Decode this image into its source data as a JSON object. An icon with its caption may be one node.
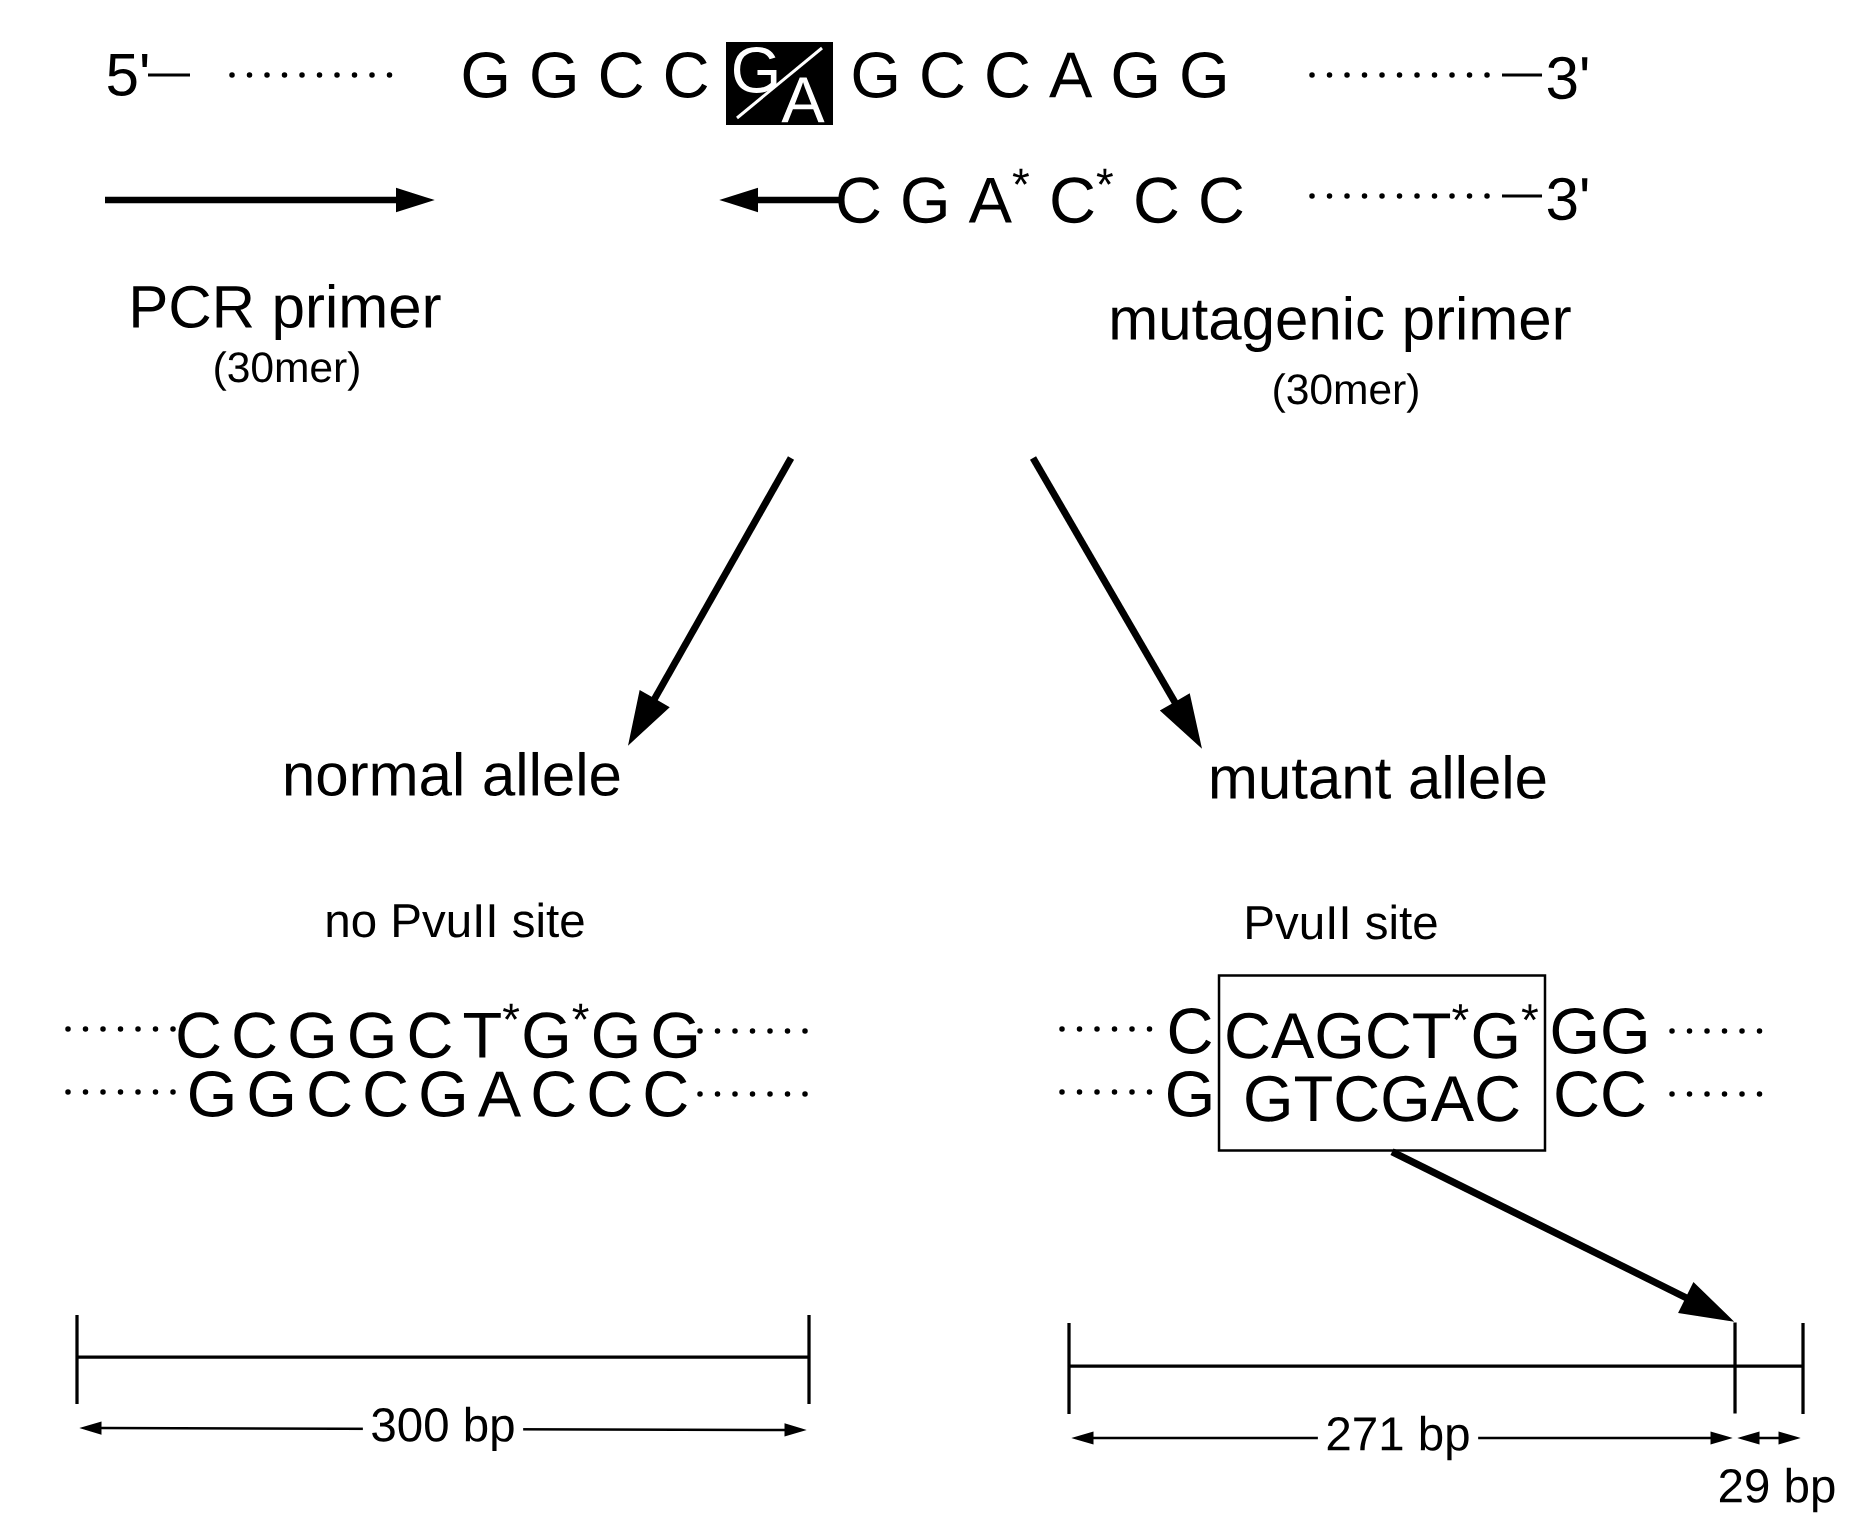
{
  "diagram": {
    "nodes": [
      {
        "text": [
          "normal allele"
        ]
      },
      {
        "text": [
          "mutant allele"
        ]
      },
      {
        "text": [
          "CAGCT$^{*}$G$^{*}$",
          "GTCGAC"
        ]
      },
      {
        "text": [],
        "shape": "bar"
      }
    ],
    "edges": [
      {
        "from": null,
        "to": 0,
        "arrow": "to"
      },
      {
        "from": null,
        "to": 1,
        "arrow": "to"
      },
      {
        "from": 2,
        "to": 3,
        "arrow": "to"
      }
    ],
    "labels": [
      "5'",
      "G G C C",
      "G",
      "A",
      "G C C A G G",
      "3'",
      "C G A$^{*}$ C$^{*}$ C C",
      "3'",
      "PCR primer",
      "(30mer)",
      "mutagenic primer",
      "(30mer)",
      "no PvuII site",
      "CCGGCT$^{*}$G$^{*}$GG",
      "GGCCGACCC",
      "PvuII site",
      "C",
      "GG",
      "G",
      "CC",
      "300 bp",
      "271 bp",
      "29 bp"
    ]
  }
}
